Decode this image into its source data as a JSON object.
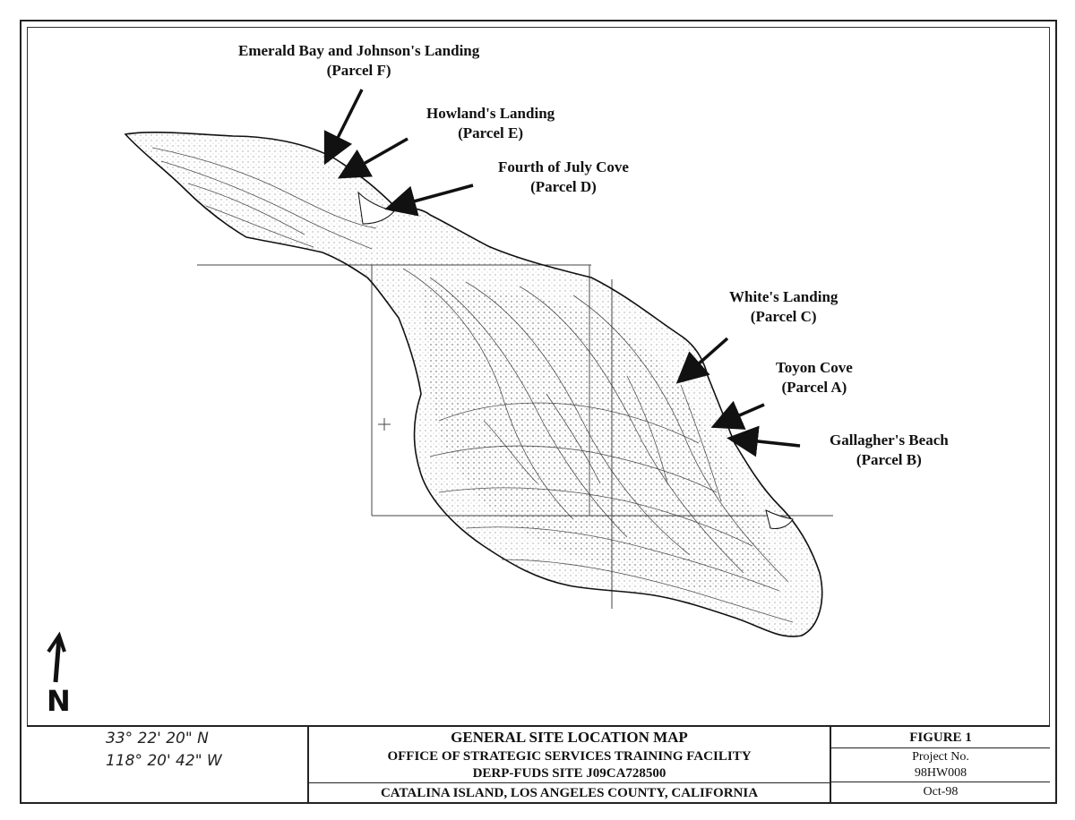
{
  "parcels": [
    {
      "name": "Emerald Bay and Johnson's Landing",
      "code": "(Parcel F)"
    },
    {
      "name": "Howland's Landing",
      "code": "(Parcel E)"
    },
    {
      "name": "Fourth of July Cove",
      "code": "(Parcel D)"
    },
    {
      "name": "White's Landing",
      "code": "(Parcel C)"
    },
    {
      "name": "Toyon Cove",
      "code": "(Parcel A)"
    },
    {
      "name": "Gallagher's Beach",
      "code": "(Parcel B)"
    }
  ],
  "north": {
    "letter": "N"
  },
  "coordinates": {
    "lat": "33° 22' 20\" N",
    "lon": "118° 20' 42\" W"
  },
  "title_block": {
    "title": "GENERAL SITE LOCATION MAP",
    "line2": "OFFICE OF STRATEGIC SERVICES TRAINING FACILITY",
    "line3": "DERP-FUDS SITE J09CA728500",
    "line4": "CATALINA ISLAND, LOS ANGELES COUNTY, CALIFORNIA",
    "figure": "FIGURE 1",
    "project_label": "Project No.",
    "project_number": "98HW008",
    "date": "Oct-98"
  },
  "colors": {
    "ink": "#111111",
    "land_fill": "#eeeeee"
  }
}
